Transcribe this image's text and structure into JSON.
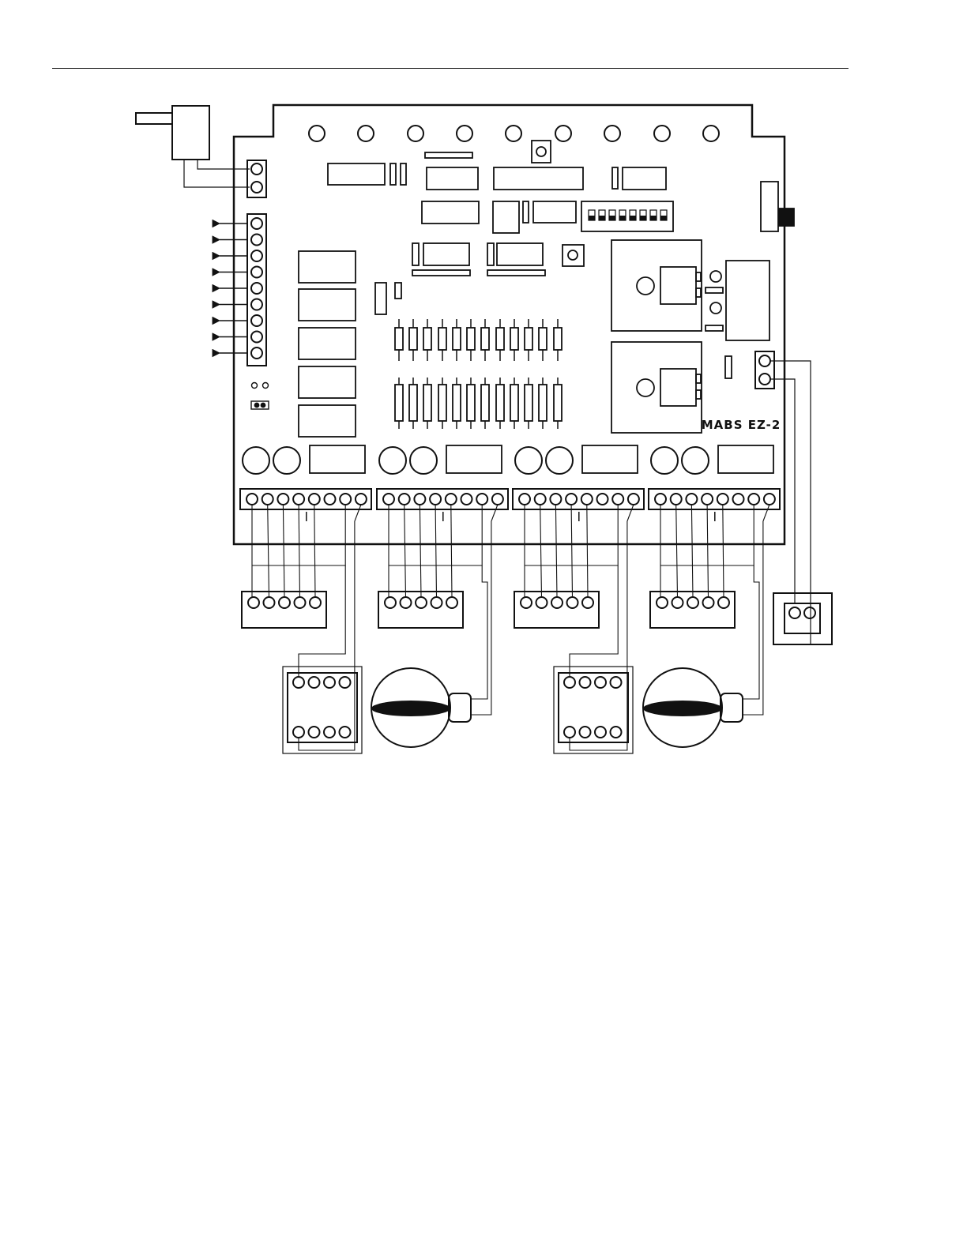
{
  "document": {
    "figure": {
      "board_label": "MABS EZ-2",
      "colors": {
        "ink": "#111111",
        "paper": "#ffffff"
      },
      "dip_switch_positions": 8,
      "signal_output_arrows": 9,
      "terminal_blocks": 4,
      "pins_per_terminal_block": 8,
      "sensor_connectors": 4,
      "relays": 2,
      "sirens": 2
    }
  }
}
